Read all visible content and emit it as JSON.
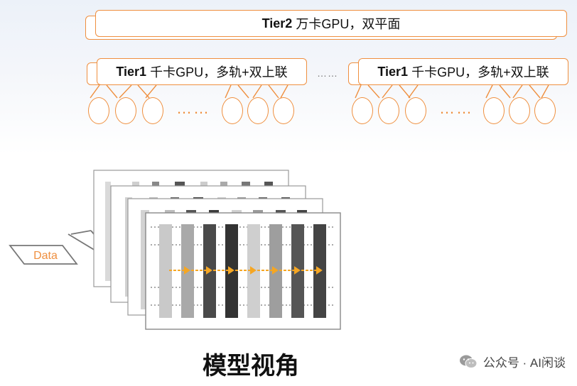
{
  "tier2": {
    "name": "Tier2",
    "desc": "万卡GPU，双平面"
  },
  "tier1_left": {
    "name": "Tier1",
    "desc": "千卡GPU，多轨+双上联"
  },
  "tier1_right": {
    "name": "Tier1",
    "desc": "千卡GPU，多轨+双上联"
  },
  "ellipsis_group": "……",
  "ellipsis_mid": "……",
  "data_label": "Data",
  "title": "模型视角",
  "watermark": "公众号 · AI闲谈",
  "colors": {
    "accent": "#ef8f3f",
    "arrow": "#f5a623"
  },
  "gpu_bars_shades": [
    "#c9c9c9",
    "#a9a9a9",
    "#4a4a4a",
    "#333333",
    "#cfcfcf",
    "#9e9e9e",
    "#555555",
    "#444444"
  ]
}
